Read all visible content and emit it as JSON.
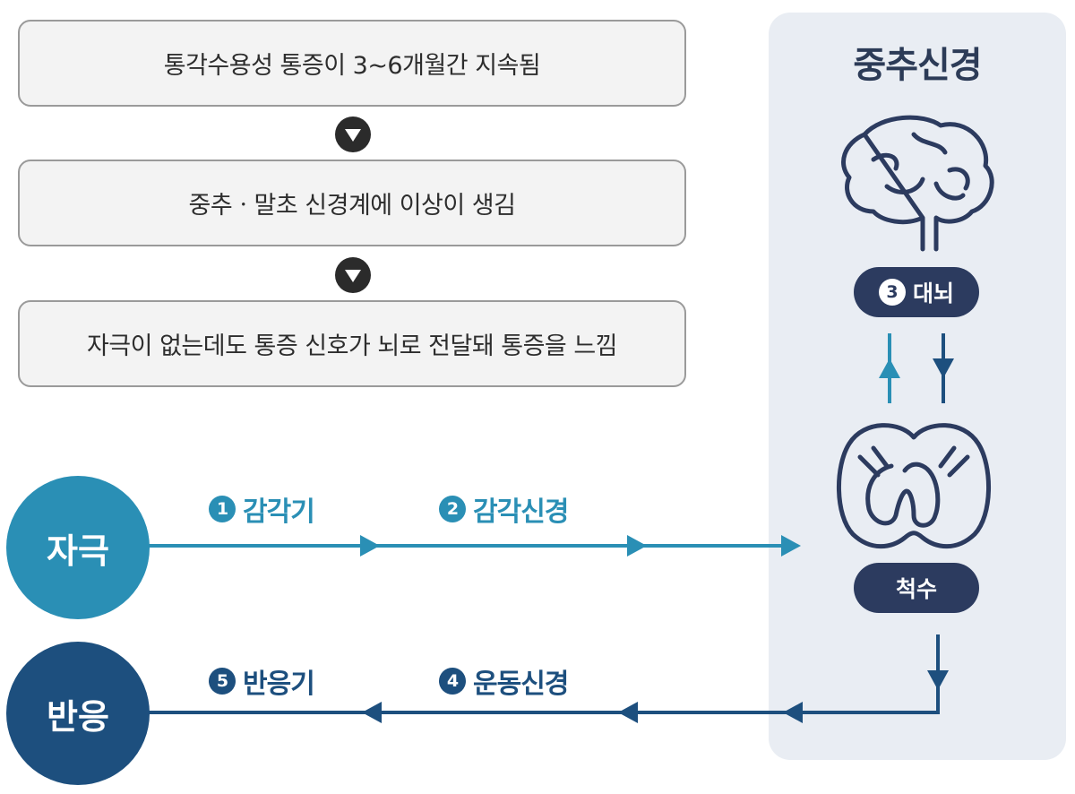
{
  "steps": [
    "통각수용성 통증이 3~6개월간 지속됨",
    "중추ㆍ말초 신경계에 이상이 생김",
    "자극이 없는데도 통증 신호가 뇌로 전달돼 통증을 느낌"
  ],
  "cns": {
    "title": "중추신경",
    "brain": {
      "number": "3",
      "label": "대뇌"
    },
    "spine": {
      "label": "척수"
    }
  },
  "nodes": {
    "stimulus": "자극",
    "response": "반응"
  },
  "edges": {
    "sensory_receptor": {
      "number": "1",
      "label": "감각기"
    },
    "sensory_nerve": {
      "number": "2",
      "label": "감각신경"
    },
    "motor_nerve": {
      "number": "4",
      "label": "운동신경"
    },
    "effector": {
      "number": "5",
      "label": "반응기"
    }
  },
  "colors": {
    "teal": "#2a8fb5",
    "navy": "#1d4f7e",
    "dark_navy": "#2c3b5f",
    "panel": "#e9edf3"
  }
}
